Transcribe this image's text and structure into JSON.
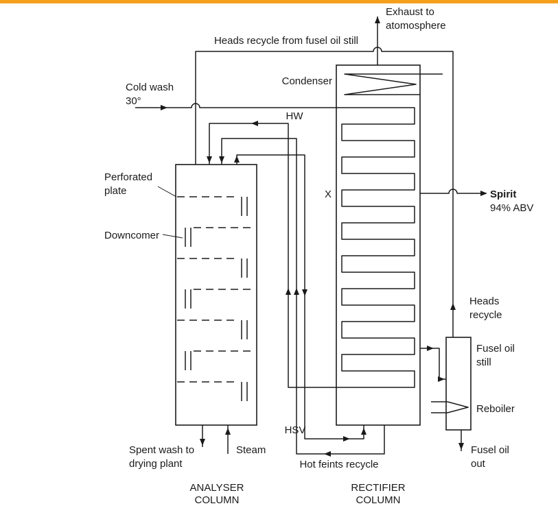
{
  "diagram": {
    "colors": {
      "top_bar": "#F5A01B",
      "line": "#1a1a1a",
      "background": "#ffffff"
    },
    "labels": {
      "exhaust_line1": "Exhaust to",
      "exhaust_line2": "atomosphere",
      "heads_top": "Heads recycle from fusel oil still",
      "cold_wash_line1": "Cold wash",
      "cold_wash_line2": "30°",
      "condenser": "Condenser",
      "hw": "HW",
      "perforated_line1": "Perforated",
      "perforated_line2": "plate",
      "downcomer": "Downcomer",
      "x_marker": "X",
      "spirit_line1": "Spirit",
      "spirit_line2": "94% ABV",
      "heads_recycle_line1": "Heads",
      "heads_recycle_line2": "recycle",
      "fusel_still_line1": "Fusel oil",
      "fusel_still_line2": "still",
      "reboiler": "Reboiler",
      "fusel_out_line1": "Fusel oil",
      "fusel_out_line2": "out",
      "hsv": "HSV",
      "hot_feints": "Hot feints recycle",
      "steam": "Steam",
      "spent_line1": "Spent wash to",
      "spent_line2": "drying plant",
      "analyser_line1": "ANALYSER",
      "analyser_line2": "COLUMN",
      "rectifier_line1": "RECTIFIER",
      "rectifier_line2": "COLUMN"
    }
  }
}
